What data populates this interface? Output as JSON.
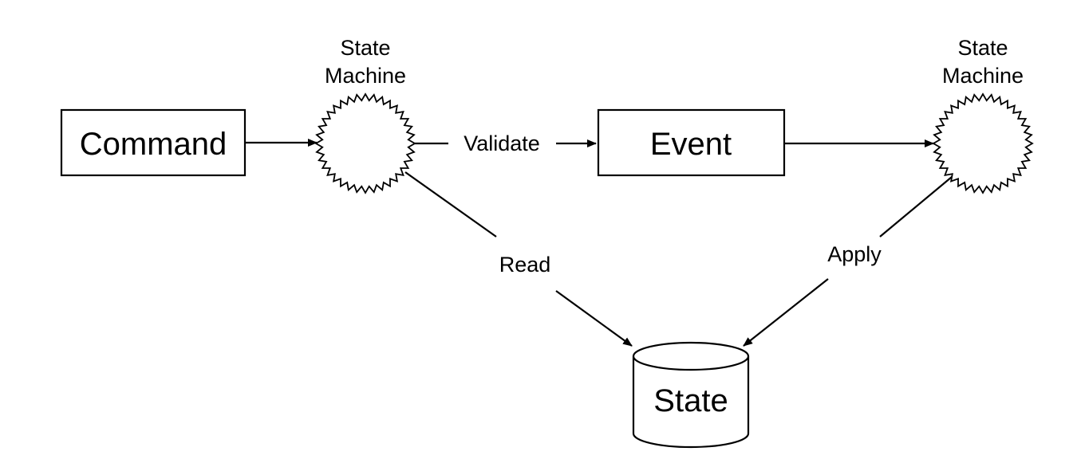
{
  "nodes": {
    "command": {
      "label": "Command"
    },
    "event": {
      "label": "Event"
    },
    "state_store": {
      "label": "State"
    },
    "state_machine_left": {
      "label_line1": "State",
      "label_line2": "Machine"
    },
    "state_machine_right": {
      "label_line1": "State",
      "label_line2": "Machine"
    }
  },
  "edges": {
    "validate": {
      "label": "Validate"
    },
    "read": {
      "label": "Read"
    },
    "apply": {
      "label": "Apply"
    }
  }
}
